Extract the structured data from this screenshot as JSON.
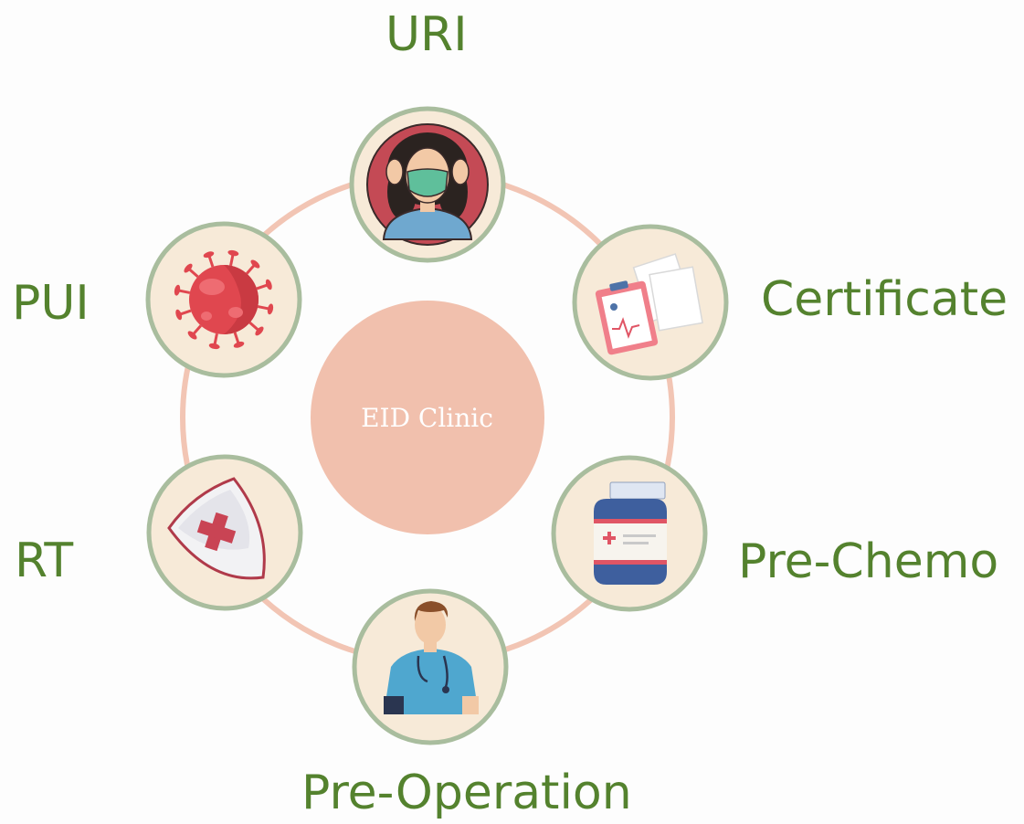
{
  "diagram": {
    "center": {
      "label": "EID Clinic",
      "fill": "#f1c0ad",
      "text_color": "#ffffff"
    },
    "ring_color": "#f2c5b4",
    "node_fill": "#f7ead8",
    "node_border": "#a9bd9e",
    "label_color": "#54822e",
    "nodes": [
      {
        "label": "URI",
        "icon": "masked-person-icon"
      },
      {
        "label": "Certificate",
        "icon": "medical-documents-icon"
      },
      {
        "label": "Pre-Chemo",
        "icon": "medicine-bottle-icon"
      },
      {
        "label": "Pre-Operation",
        "icon": "doctor-icon"
      },
      {
        "label": "RT",
        "icon": "shield-cross-icon"
      },
      {
        "label": "PUI",
        "icon": "virus-icon"
      }
    ]
  }
}
